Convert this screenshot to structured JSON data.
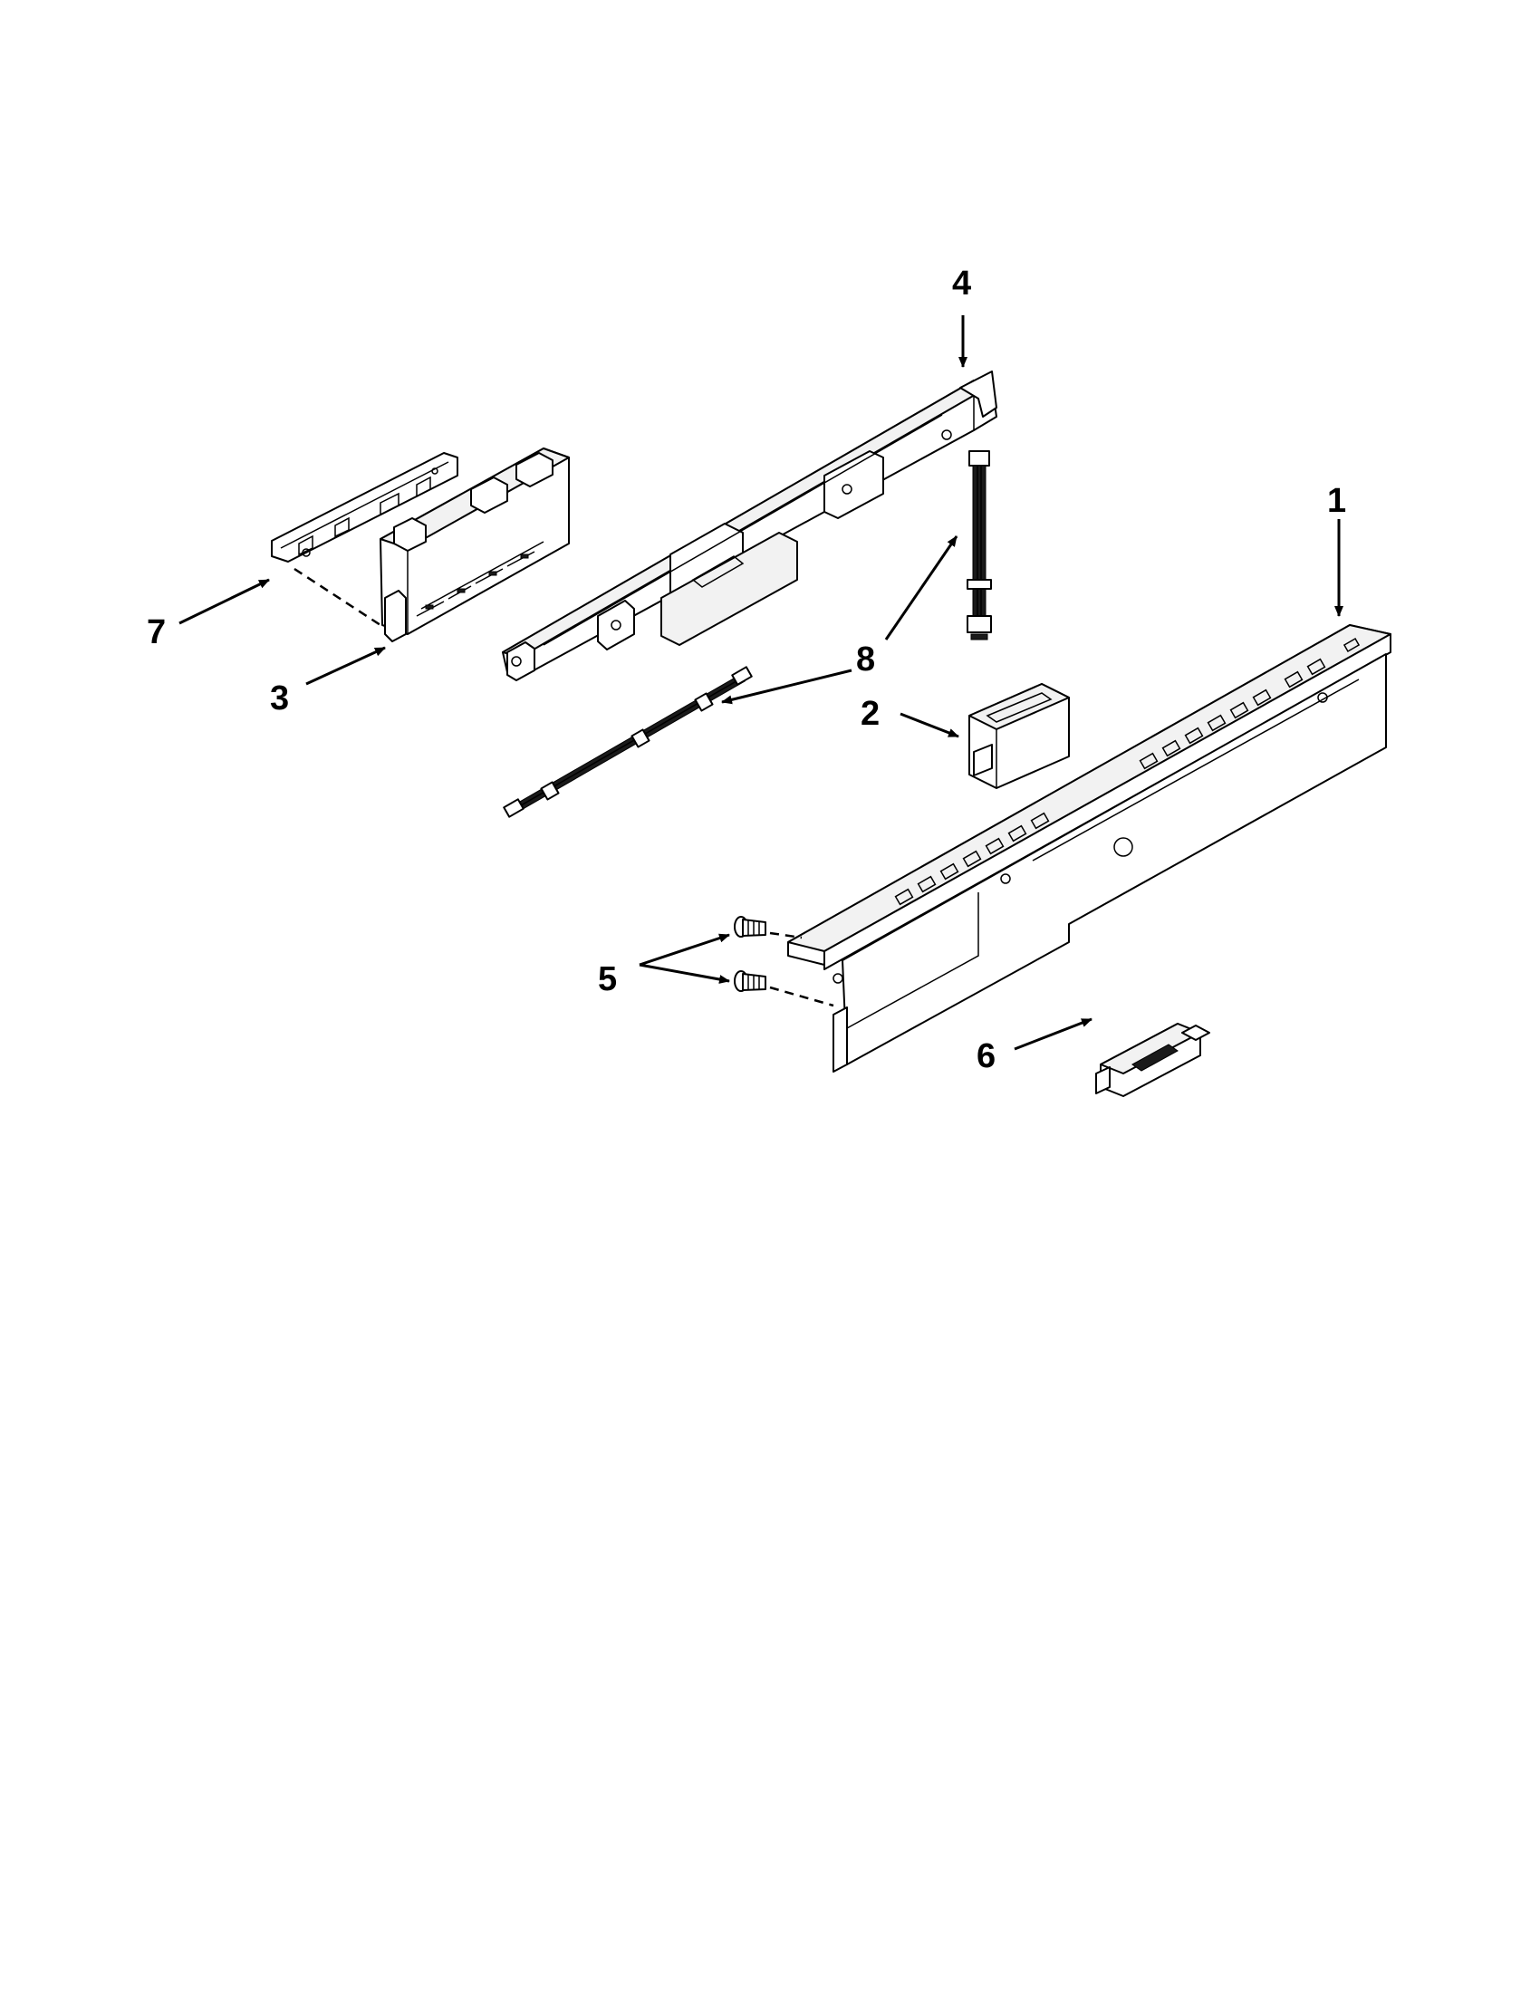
{
  "diagram": {
    "callouts": [
      {
        "id": "1",
        "label": "1"
      },
      {
        "id": "2",
        "label": "2"
      },
      {
        "id": "3",
        "label": "3"
      },
      {
        "id": "4",
        "label": "4"
      },
      {
        "id": "5",
        "label": "5"
      },
      {
        "id": "6",
        "label": "6"
      },
      {
        "id": "7",
        "label": "7"
      },
      {
        "id": "8",
        "label": "8"
      }
    ],
    "colors": {
      "line": "#000000",
      "background": "#ffffff",
      "part_shade": "#f2f2f2"
    }
  }
}
